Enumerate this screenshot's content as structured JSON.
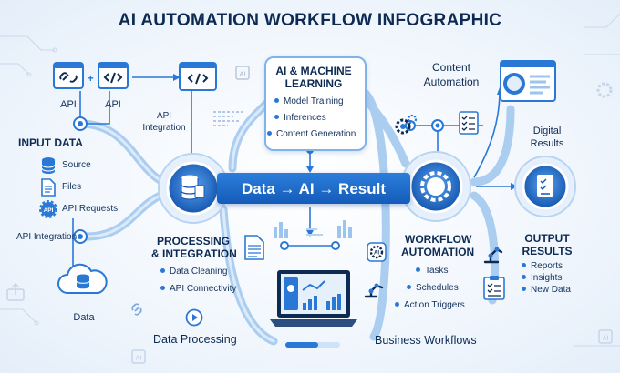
{
  "title": "AI AUTOMATION WORKFLOW INFOGRAPHIC",
  "top_left": {
    "api_1": "API",
    "api_2": "API",
    "plus": "+",
    "api_integration_top": "API Integration"
  },
  "input_data": {
    "heading": "INPUT DATA",
    "items": [
      "Source",
      "Files",
      "API Requests"
    ],
    "api_integration": "API Integration",
    "data": "Data"
  },
  "ai_ml": {
    "heading_1": "AI & MACHINE",
    "heading_2": "LEARNING",
    "items": [
      "Model Training",
      "Inferences",
      "Content Generation"
    ]
  },
  "content_automation": {
    "line_1": "Content",
    "line_2": "Automation"
  },
  "digital_results": "Digital Results",
  "banner": "Data → AI → Result",
  "processing": {
    "heading_1": "PROCESSING",
    "heading_2": "& INTEGRATION",
    "items": [
      "Data Cleaning",
      "API Connectivity"
    ],
    "footer": "Data Processing"
  },
  "workflow": {
    "heading_1": "WORKFLOW",
    "heading_2": "AUTOMATION",
    "items": [
      "Tasks",
      "Schedules",
      "Action Triggers"
    ],
    "footer": "Business Workflows"
  },
  "output": {
    "heading_1": "OUTPUT",
    "heading_2": "RESULTS",
    "items": [
      "Reports",
      "Insights",
      "New Data"
    ]
  },
  "ai_badge": "AI",
  "colors": {
    "primary": "#1f6fd1",
    "dark": "#0d2a52",
    "light": "#cfe2f7",
    "pipe": "#9cc4ee"
  }
}
